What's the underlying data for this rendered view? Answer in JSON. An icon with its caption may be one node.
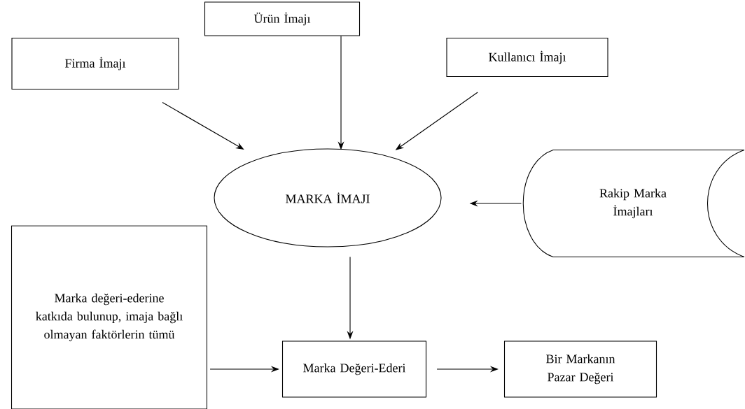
{
  "diagram": {
    "nodes": [
      {
        "text": [
          "Ürün İmajı"
        ]
      },
      {
        "text": [
          "Firma İmajı"
        ]
      },
      {
        "text": [
          "Kullanıcı İmajı"
        ]
      },
      {
        "text": [
          "MARKA İMAJI"
        ]
      },
      {
        "text": [
          "Rakip Marka İmajları"
        ]
      },
      {
        "text": [
          "Marka değeri-ederine katkıda bulunup, imaja bağlı olmayan faktörlerin tümü"
        ]
      },
      {
        "text": [
          "Marka Değeri-Ederi"
        ]
      },
      {
        "text": [
          "Bir Markanın Pazar Değeri"
        ]
      }
    ],
    "edges": [
      {
        "from": 1,
        "to": 3,
        "arrow": "to"
      },
      {
        "from": 0,
        "to": 3,
        "arrow": "to"
      },
      {
        "from": 2,
        "to": 3,
        "arrow": "to"
      },
      {
        "from": 4,
        "to": 3,
        "arrow": "to"
      },
      {
        "from": 3,
        "to": 6,
        "arrow": "to"
      },
      {
        "from": 5,
        "to": 6,
        "arrow": "to"
      },
      {
        "from": 6,
        "to": 7,
        "arrow": "to"
      }
    ]
  }
}
